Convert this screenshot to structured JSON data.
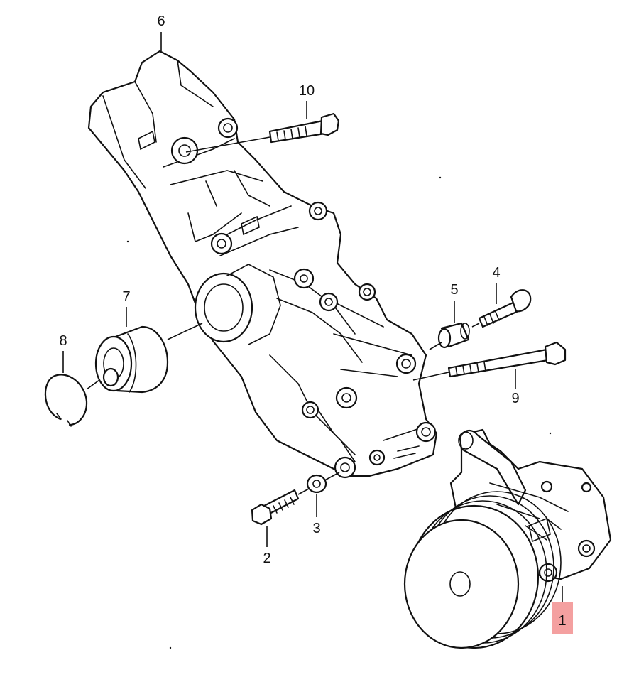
{
  "callouts": [
    {
      "id": "1",
      "label": "1",
      "highlighted": true
    },
    {
      "id": "2",
      "label": "2",
      "highlighted": false
    },
    {
      "id": "3",
      "label": "3",
      "highlighted": false
    },
    {
      "id": "4",
      "label": "4",
      "highlighted": false
    },
    {
      "id": "5",
      "label": "5",
      "highlighted": false
    },
    {
      "id": "6",
      "label": "6",
      "highlighted": false
    },
    {
      "id": "7",
      "label": "7",
      "highlighted": false
    },
    {
      "id": "8",
      "label": "8",
      "highlighted": false
    },
    {
      "id": "9",
      "label": "9",
      "highlighted": false
    },
    {
      "id": "10",
      "label": "10",
      "highlighted": false
    }
  ],
  "colors": {
    "line": "#111111",
    "background": "#ffffff",
    "highlight": "#f4a0a0"
  }
}
